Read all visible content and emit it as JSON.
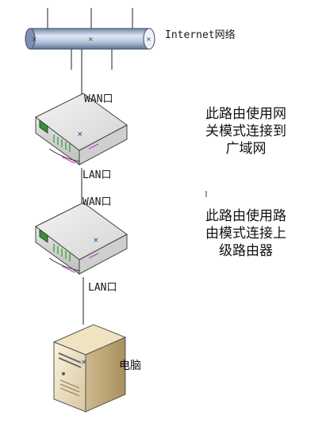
{
  "internet": {
    "label": "Internet网络"
  },
  "router1": {
    "wan_label": "WAN口",
    "lan_label": "LAN口"
  },
  "router2": {
    "wan_label": "WAN口",
    "lan_label": "LAN口"
  },
  "notes": {
    "gateway_mode": {
      "lines": [
        "此路由使用网",
        "关模式连接到",
        "广域网"
      ]
    },
    "router_mode": {
      "lines": [
        "此路由使用路",
        "由模式连接上",
        "级路由器"
      ]
    }
  },
  "pc": {
    "label": "电脑"
  }
}
